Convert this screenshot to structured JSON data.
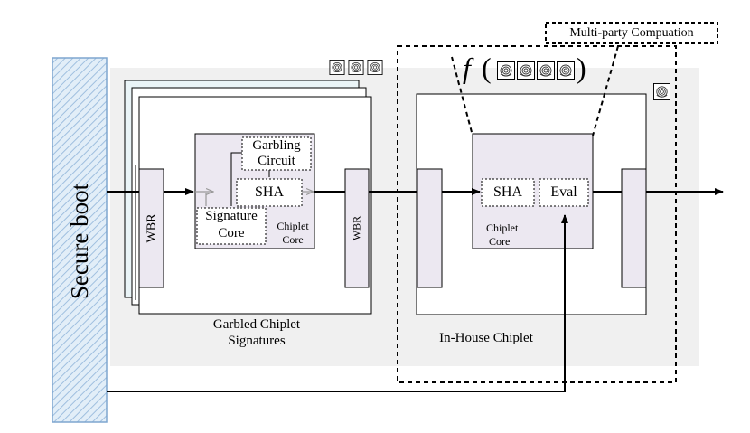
{
  "secure_boot": {
    "label": "Secure boot"
  },
  "garbled": {
    "wbr_left": "WBR",
    "wbr_right": "WBR",
    "garbling_circuit_1": "Garbling",
    "garbling_circuit_2": "Circuit",
    "sha": "SHA",
    "signature_core_1": "Signature",
    "signature_core_2": "Core",
    "chiplet_core_1": "Chiplet",
    "chiplet_core_2": "Core",
    "caption_1": "Garbled Chiplet",
    "caption_2": "Signatures"
  },
  "inhouse": {
    "sha": "SHA",
    "eval": "Eval",
    "chiplet_core_1": "Chiplet",
    "chiplet_core_2": "Core",
    "caption": "In-House Chiplet"
  },
  "mpc": {
    "label": "Multi-party Compuation",
    "function_symbol": "f",
    "open_paren": "(",
    "close_paren": ")"
  },
  "icons": {
    "signature_tokens": [
      "fingerprint-icon",
      "fingerprint-icon",
      "fingerprint-icon"
    ],
    "function_tokens": [
      "fingerprint-icon",
      "fingerprint-icon",
      "fingerprint-icon",
      "fingerprint-icon"
    ],
    "inhouse_token": "fingerprint-icon"
  },
  "colors": {
    "secure_boot_fill": "#ddebf6",
    "secure_boot_border": "#7ea6cf",
    "background_panel": "#f0f0f0",
    "core_fill": "#ece8f1",
    "wbr_fill": "#ece8f1",
    "stack_fill": "#eaf4f7"
  }
}
